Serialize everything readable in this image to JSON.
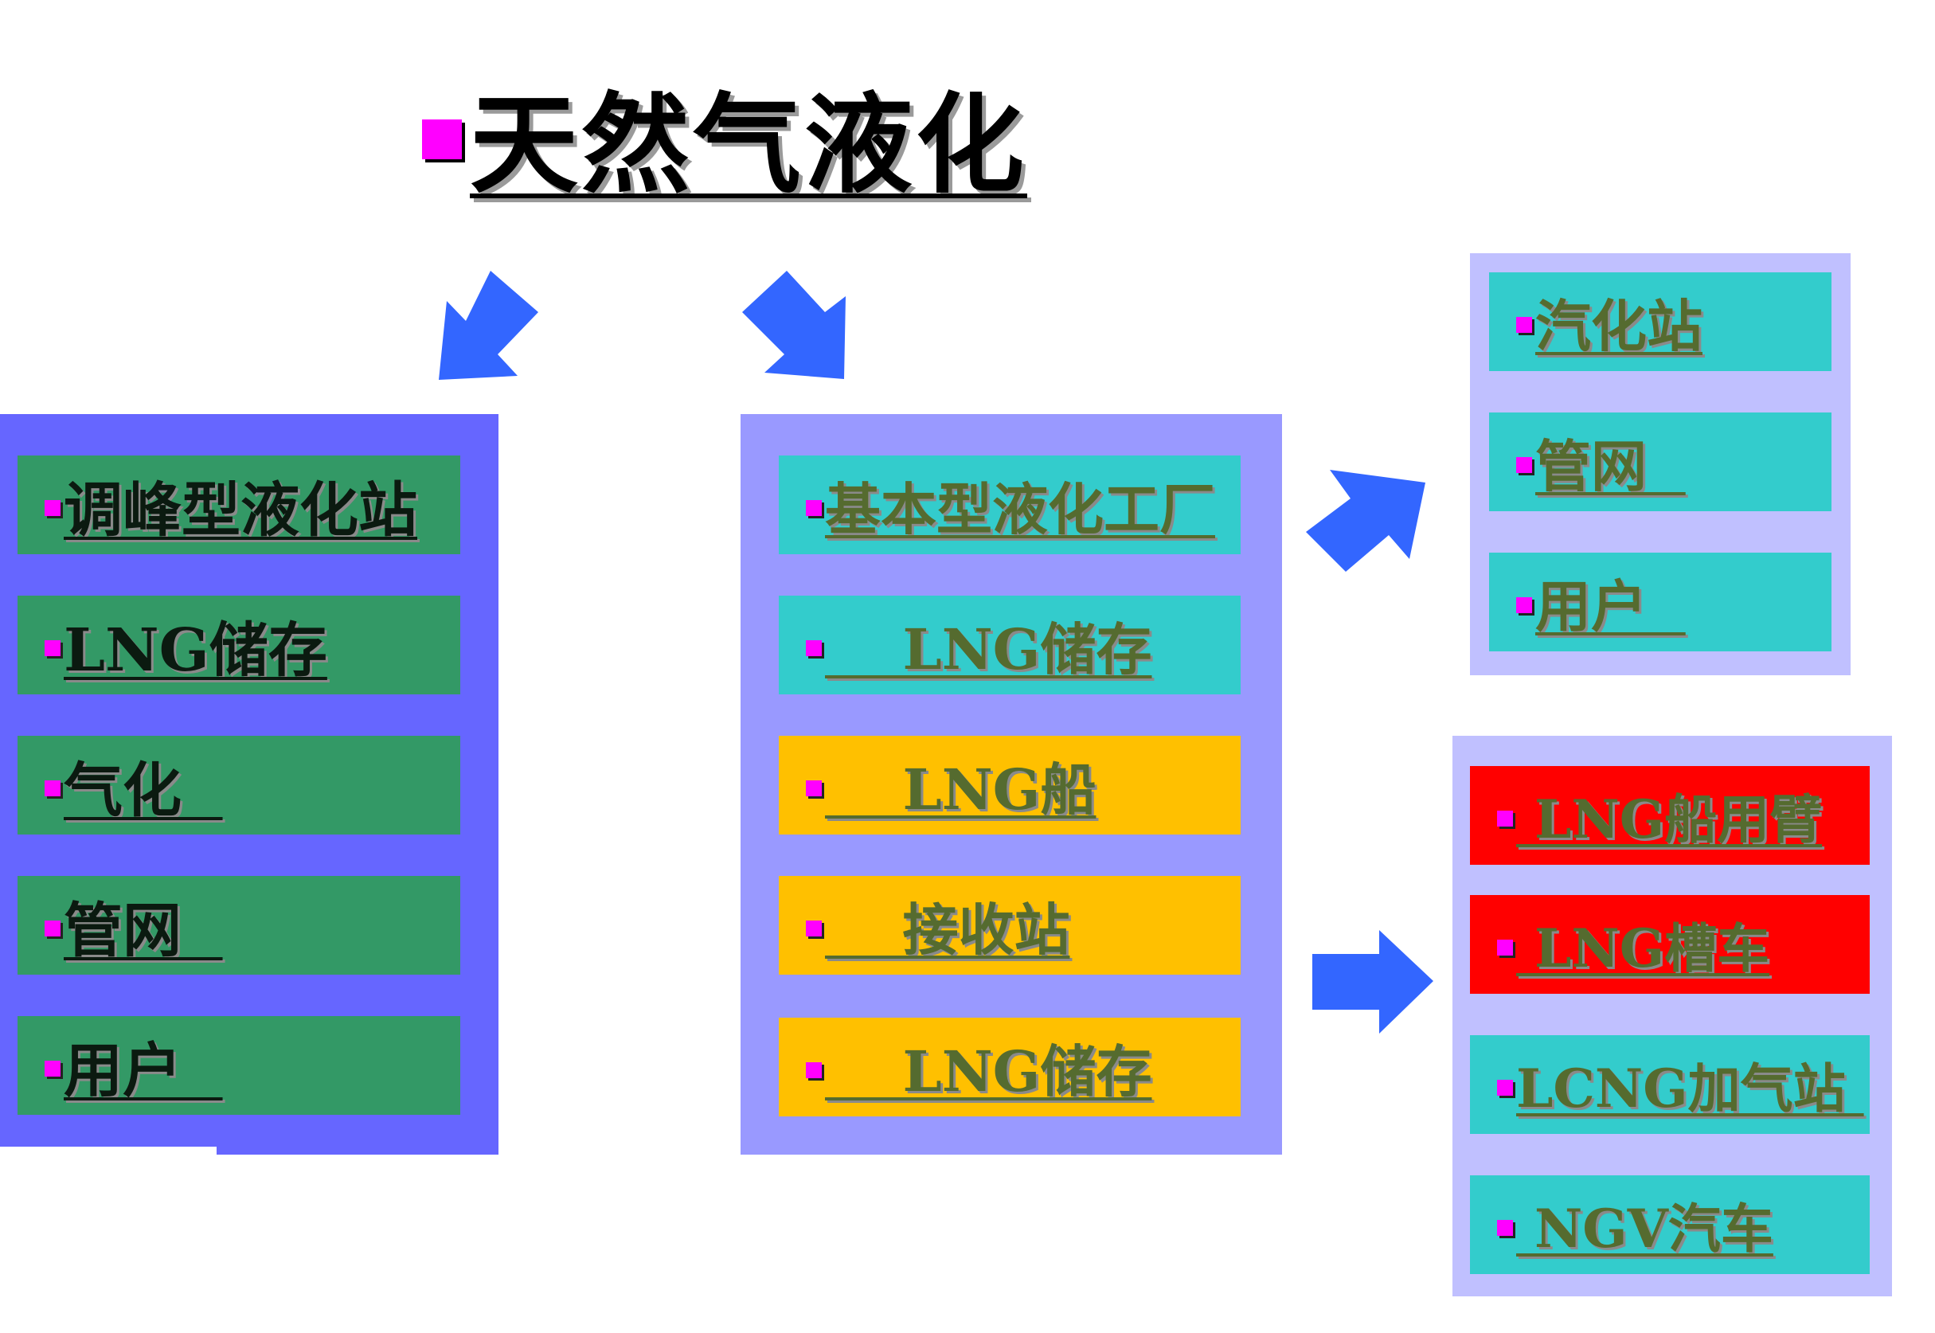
{
  "title": "天然气液化",
  "colors": {
    "bullet": "#ff00ff",
    "arrow": "#3366ff",
    "panel_left": "#6666ff",
    "panel_mid": "#9999ff",
    "panel_right": "#c0c0ff",
    "box_green": "#339966",
    "box_teal": "#33cccc",
    "box_yellow": "#ffc000",
    "box_red": "#ff0000"
  },
  "left_column": {
    "items": [
      "调峰型液化站",
      "LNG储存",
      "气化  ",
      "管网  ",
      "用户  "
    ]
  },
  "middle_column": {
    "items": [
      "基本型液化工厂",
      "    LNG储存",
      "    LNG船",
      "    接收站",
      "    LNG储存"
    ]
  },
  "top_right_column": {
    "items": [
      "汽化站",
      "管网  ",
      "用户  "
    ]
  },
  "bottom_right_column": {
    "items": [
      " LNG船用臂",
      " LNG槽车",
      "LCNG加气站 ",
      " NGV汽车"
    ]
  },
  "arrows": [
    "arrow-down-left",
    "arrow-down-right",
    "arrow-up-right",
    "arrow-right"
  ]
}
